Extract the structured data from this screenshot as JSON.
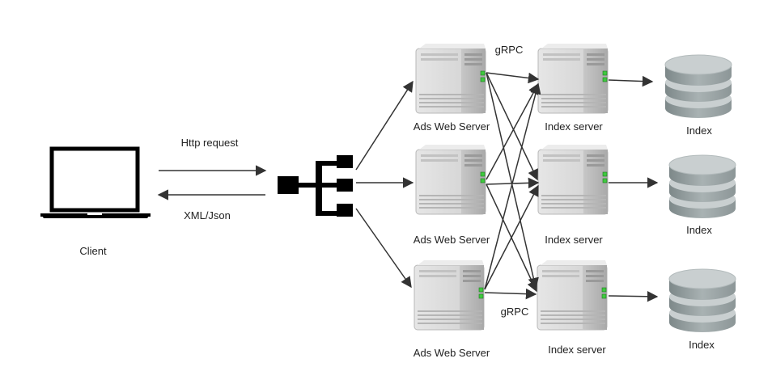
{
  "client": {
    "label": "Client",
    "icon": "laptop-icon"
  },
  "request": {
    "label": "Http request"
  },
  "response": {
    "label": "XML/Json"
  },
  "balancer": {
    "icon": "load-balancer-icon"
  },
  "protocol_top": {
    "label": "gRPC"
  },
  "protocol_bottom": {
    "label": "gRPC"
  },
  "web_servers": [
    {
      "label": "Ads Web Server",
      "icon": "server-icon"
    },
    {
      "label": "Ads Web Server",
      "icon": "server-icon"
    },
    {
      "label": "Ads Web Server",
      "icon": "server-icon"
    }
  ],
  "index_servers": [
    {
      "label": "Index server",
      "icon": "server-icon"
    },
    {
      "label": "Index server",
      "icon": "server-icon"
    },
    {
      "label": "Index server",
      "icon": "server-icon"
    }
  ],
  "indexes": [
    {
      "label": "Index",
      "icon": "database-icon"
    },
    {
      "label": "Index",
      "icon": "database-icon"
    },
    {
      "label": "Index",
      "icon": "database-icon"
    }
  ],
  "colors": {
    "arrow": "#333333",
    "led": "#3ec93e",
    "db_top": "#c9cfd0",
    "db_body": "#98a2a3",
    "server_face": "#d9d9d9"
  }
}
